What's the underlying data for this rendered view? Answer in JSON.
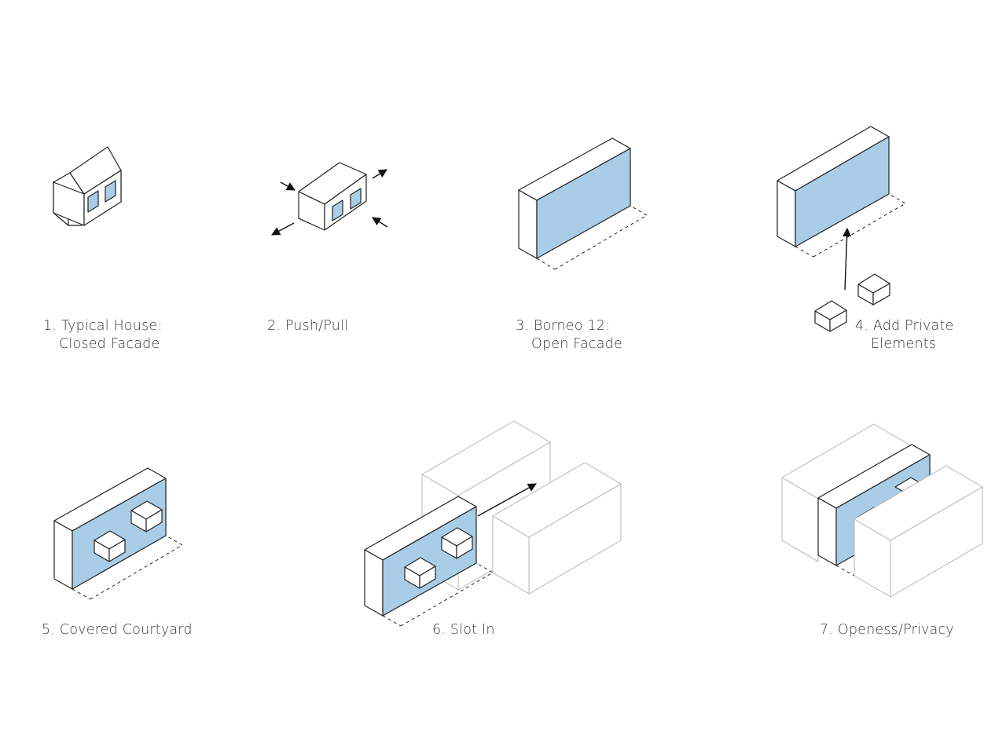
{
  "colors": {
    "accent_blue": "#a9cde6",
    "outline": "#222222",
    "ghost": "#b5b5b5",
    "text": "#3a3a3a"
  },
  "steps": [
    {
      "line1": "1. Typical House:",
      "line2": "Closed Facade"
    },
    {
      "line1": "2. Push/Pull",
      "line2": ""
    },
    {
      "line1": "3. Borneo 12:",
      "line2": "Open Facade"
    },
    {
      "line1": "4. Add Private",
      "line2": "Elements"
    },
    {
      "line1": "5. Covered Courtyard",
      "line2": ""
    },
    {
      "line1": "6. Slot In",
      "line2": ""
    },
    {
      "line1": "7. Openess/Privacy",
      "line2": ""
    }
  ]
}
